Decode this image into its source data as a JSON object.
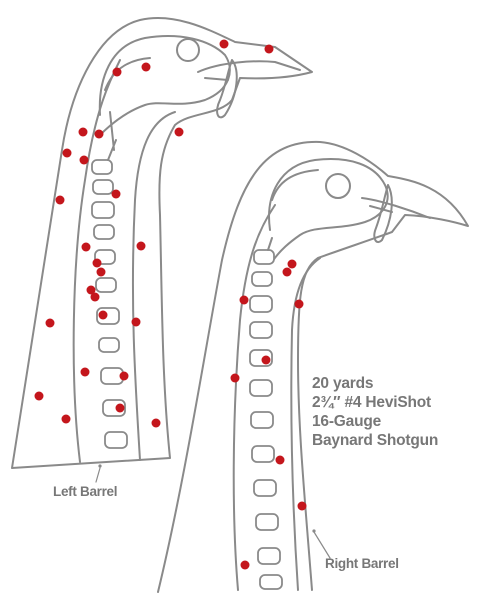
{
  "info": {
    "line1": "20 yards",
    "line2": "2¾″ #4 HeviShot",
    "line3": "16-Gauge",
    "line4": "Baynard Shotgun"
  },
  "labels": {
    "left": "Left Barrel",
    "right": "Right Barrel"
  },
  "colors": {
    "outline": "#8a8a8a",
    "pellet": "#c4161c",
    "text": "#777777"
  },
  "pellet_hits": {
    "left_target_count": 26,
    "right_target_count": 9
  }
}
